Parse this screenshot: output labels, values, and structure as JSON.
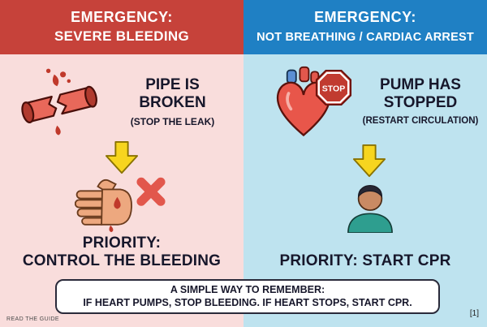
{
  "left_panel": {
    "header": {
      "line1": "EMERGENCY:",
      "line2": "SEVERE BLEEDING"
    },
    "step": {
      "title_line1": "PIPE IS",
      "title_line2": "BROKEN",
      "subtitle": "(STOP THE LEAK)"
    },
    "priority": {
      "line1": "PRIORITY:",
      "line2": "CONTROL THE BLEEDING"
    },
    "icons": {
      "pipe": "broken-pipe-icon",
      "arrow": "down-arrow-icon",
      "hand": "bleeding-hand-x-icon"
    }
  },
  "right_panel": {
    "header": {
      "line1": "EMERGENCY:",
      "line2": "NOT BREATHING / CARDIAC ARREST"
    },
    "stop_sign_label": "STOP",
    "step": {
      "title_line1": "PUMP HAS",
      "title_line2": "STOPPED",
      "subtitle": "(RESTART CIRCULATION)"
    },
    "priority": {
      "line1": "PRIORITY: START CPR"
    },
    "icons": {
      "heart": "heart-stop-icon",
      "arrow": "down-arrow-icon",
      "person": "person-icon"
    }
  },
  "reminder": {
    "line1": "A SIMPLE WAY TO REMEMBER:",
    "line2": "IF HEART PUMPS, STOP BLEEDING. IF HEART STOPS, START CPR."
  },
  "footer": {
    "left": "READ THE GUIDE",
    "right": "[1]"
  },
  "colors": {
    "left_header_bg": "#C6423A",
    "left_panel_bg": "#F9DDDC",
    "right_header_bg": "#1F80C4",
    "right_panel_bg": "#BEE3EF",
    "arrow_yellow": "#F7D51F",
    "stop_sign_red": "#C13B30",
    "text_dark": "#17172B"
  }
}
